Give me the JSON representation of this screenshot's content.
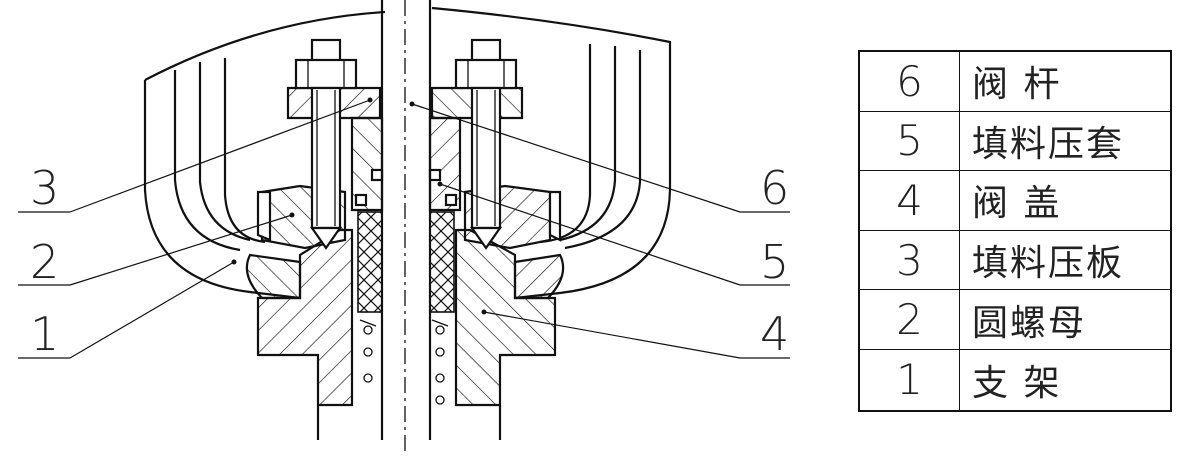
{
  "callouts": [
    {
      "num": "3"
    },
    {
      "num": "2"
    },
    {
      "num": "1"
    },
    {
      "num": "6"
    },
    {
      "num": "5"
    },
    {
      "num": "4"
    }
  ],
  "parts": [
    {
      "num": "6",
      "name": "阀 杆"
    },
    {
      "num": "5",
      "name": "填料压套"
    },
    {
      "num": "4",
      "name": "阀 盖"
    },
    {
      "num": "3",
      "name": "填料压板"
    },
    {
      "num": "2",
      "name": "圆螺母"
    },
    {
      "num": "1",
      "name": "支 架"
    }
  ]
}
